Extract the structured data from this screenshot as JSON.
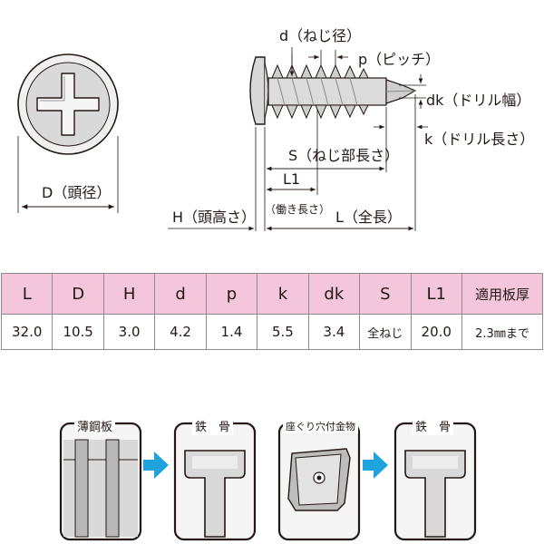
{
  "diagram": {
    "labels": {
      "d": "d（ねじ径）",
      "p": "p（ピッチ）",
      "dk": "dk（ドリル幅）",
      "k": "k（ドリル長さ）",
      "S": "S（ねじ部長さ）",
      "L1": "L1",
      "L1_note": "（働き長さ）",
      "L": "L（全長）",
      "H": "H（頭高さ）",
      "D": "D（頭径）"
    }
  },
  "spec_table": {
    "headers": [
      "L",
      "D",
      "H",
      "d",
      "p",
      "k",
      "dk",
      "S",
      "L1",
      "適用板厚"
    ],
    "values": [
      "32.0",
      "10.5",
      "3.0",
      "4.2",
      "1.4",
      "5.5",
      "3.4",
      "全ねじ",
      "20.0",
      "2.3㎜まで"
    ]
  },
  "applications": [
    {
      "label": "薄鋼板"
    },
    {
      "label": "鉄　骨"
    },
    {
      "label": "座ぐり穴付金物"
    },
    {
      "label": "鉄　骨"
    }
  ],
  "colors": {
    "header_bg": "#f3c6dc",
    "arrow": "#1fa3dc",
    "metal_light": "#d9d9d9",
    "metal_dark": "#9a9a9a",
    "line": "#231815"
  }
}
